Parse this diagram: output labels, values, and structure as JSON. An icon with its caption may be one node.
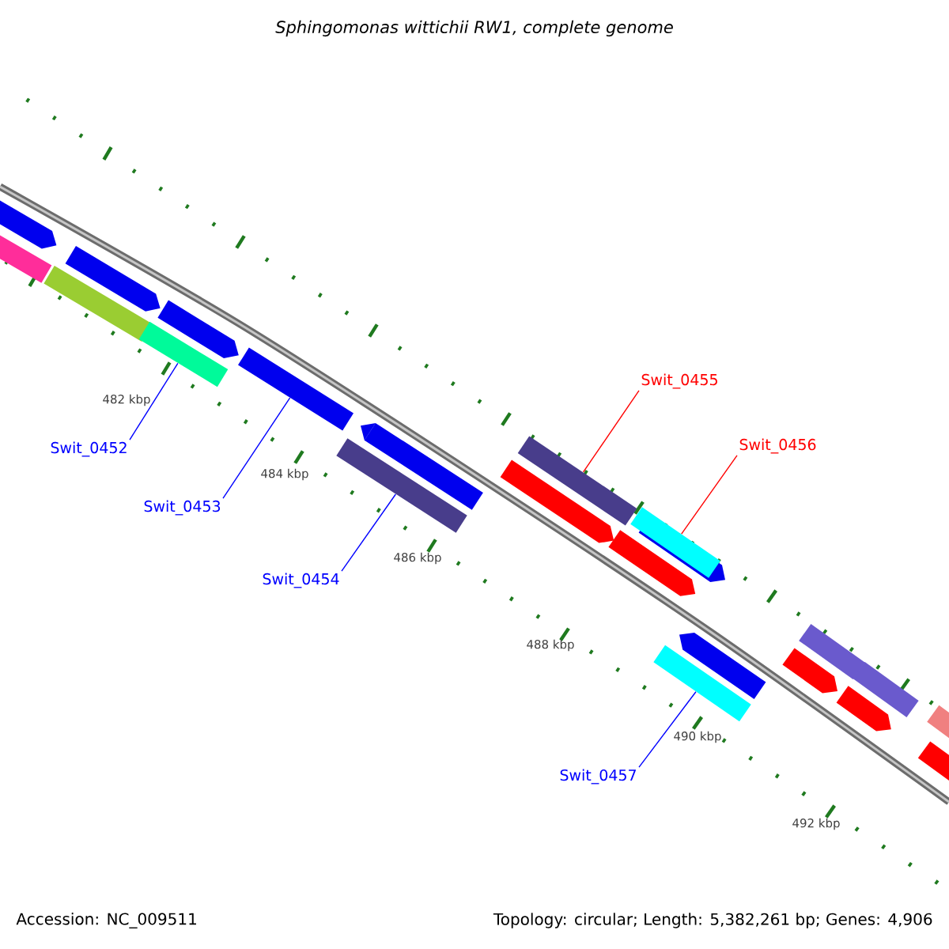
{
  "diagram": {
    "title": "Sphingomonas wittichii RW1, complete genome",
    "nodes": [
      {
        "text": [
          "Swit_0452"
        ]
      },
      {
        "text": [],
        "shape": "bar"
      },
      {
        "text": [
          "Swit_0453"
        ]
      },
      {
        "text": [],
        "shape": "bar"
      },
      {
        "text": [
          "Swit_0454"
        ]
      },
      {
        "text": [],
        "shape": "bar"
      },
      {
        "text": [
          "Swit_0455"
        ]
      },
      {
        "text": [],
        "shape": "bar"
      },
      {
        "text": [
          "Swit_0456"
        ]
      },
      {
        "text": [],
        "shape": "bar"
      },
      {
        "text": [
          "Swit_0457"
        ]
      },
      {
        "text": [],
        "shape": "bar"
      },
      {
        "text": [],
        "shape": "bar"
      }
    ],
    "edges": [
      {
        "from": 0,
        "to": 1,
        "arrow": "none"
      },
      {
        "from": 2,
        "to": 3,
        "arrow": "none"
      },
      {
        "from": 4,
        "to": 5,
        "arrow": "none"
      },
      {
        "from": 6,
        "to": 7,
        "arrow": "none",
        "color": "#ff0000"
      },
      {
        "from": 8,
        "to": 9,
        "arrow": "none",
        "color": "#ff0000"
      },
      {
        "from": 10,
        "to": 11,
        "arrow": "none"
      }
    ],
    "labels": [
      "482 kbp",
      "484 kbp",
      "486 kbp",
      "488 kbp",
      "490 kbp",
      "492 kbp",
      "Accession: NC_009511",
      "Topology: circular; Length: 5,382,261 bp; Genes: 4,906"
    ]
  }
}
